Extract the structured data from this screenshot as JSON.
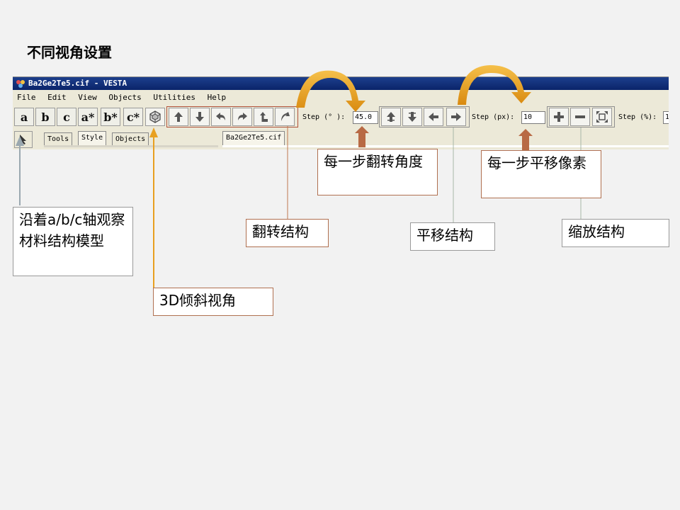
{
  "slide": {
    "title": "不同视角设置"
  },
  "window": {
    "title": "Ba2Ge2Te5.cif - VESTA",
    "menu": [
      "File",
      "Edit",
      "View",
      "Objects",
      "Utilities",
      "Help"
    ],
    "axis_buttons": [
      "a",
      "b",
      "c",
      "a*",
      "b*",
      "c*"
    ],
    "step_deg_label": "Step (° ):",
    "step_deg_value": "45.0",
    "step_px_label": "Step (px):",
    "step_px_value": "10",
    "step_pct_label": "Step (%):",
    "step_pct_value": "1",
    "side_tabs": [
      "Tools",
      "Style",
      "Objects"
    ],
    "doc_tab": "Ba2Ge2Te5.cif"
  },
  "callouts": {
    "axis": "沿着a/b/c轴观察材料结构模型",
    "tilt3d": "3D倾斜视角",
    "rotate": "翻转结构",
    "rotate_step": "每一步翻转角度",
    "translate": "平移结构",
    "translate_step": "每一步平移像素",
    "zoom": "缩放结构"
  },
  "colors": {
    "arrow_orange": "#e8a020",
    "arrow_brick": "#b86a45",
    "line_gray": "#9aa8a0",
    "titlebar": "#0a246a"
  }
}
